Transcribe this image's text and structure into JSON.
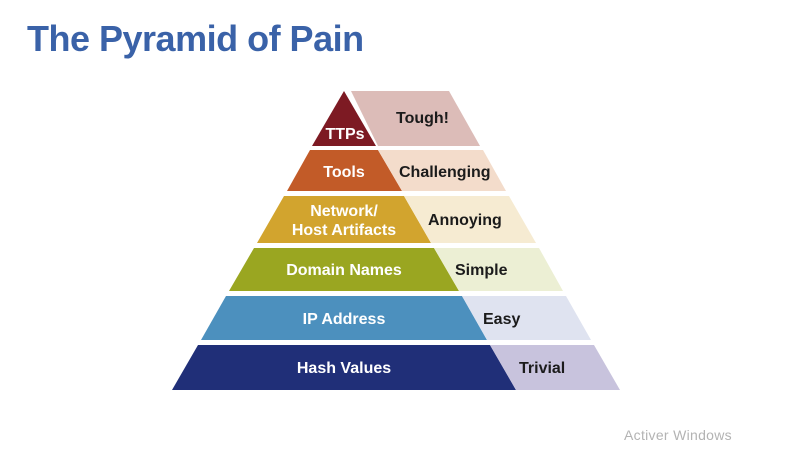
{
  "title": {
    "text": "The Pyramid of Pain",
    "color": "#3A62A8"
  },
  "watermark": {
    "text": "Activer Windows"
  },
  "pyramid": {
    "label_text_color": "#ffffff",
    "pain_text_color": "#1b1b1b",
    "levels": [
      {
        "id": "ttps",
        "label": "TTPs",
        "pain": "Tough!",
        "color": "#7D1A23",
        "band_color": "#DCBCB8"
      },
      {
        "id": "tools",
        "label": "Tools",
        "pain": "Challenging",
        "color": "#C25B28",
        "band_color": "#F3DCCB"
      },
      {
        "id": "network-host-artifacts",
        "label_line1": "Network/",
        "label_line2": "Host Artifacts",
        "pain": "Annoying",
        "color": "#D2A42E",
        "band_color": "#F6EBD2"
      },
      {
        "id": "domain-names",
        "label": "Domain Names",
        "pain": "Simple",
        "color": "#9AA621",
        "band_color": "#ECEFD4"
      },
      {
        "id": "ip-address",
        "label": "IP Address",
        "pain": "Easy",
        "color": "#4C90BE",
        "band_color": "#DFE3F0"
      },
      {
        "id": "hash-values",
        "label": "Hash Values",
        "pain": "Trivial",
        "color": "#202F78",
        "band_color": "#C8C3DD"
      }
    ]
  }
}
